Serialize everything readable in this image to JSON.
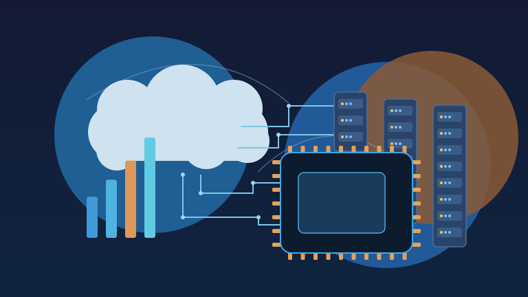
{
  "colors": {
    "background_top": "#141a33",
    "background_bottom": "#0f2440",
    "circle_left": "#1f5f93",
    "circle_right": "#215a98",
    "circle_orange": "#8a5a36",
    "cloud": "#cfe2ef",
    "bar_blue": "#3f9ad8",
    "bar_light_blue": "#4fb3e0",
    "bar_orange": "#e0975a",
    "bar_cyan": "#61cbe4",
    "circuit_line": "#7fc6ea",
    "chip_body": "#0d1b2e",
    "chip_outline": "#3fa6e6",
    "chip_pins": "#e4a257",
    "chip_core": "#1a3c5c",
    "server_body": "#2a4469",
    "server_slot": "#3c5c85",
    "led_yellow": "#f2c94c",
    "led_blue": "#6fc0ff"
  },
  "bar_chart": {
    "levels": [
      0.41,
      0.58,
      0.77,
      1.0
    ]
  },
  "server_racks": {
    "slot_counts": [
      3,
      7,
      8
    ]
  },
  "icons": [
    "cloud-icon",
    "bar-chart-icon",
    "cpu-chip-icon",
    "server-rack-icon",
    "circuit-lines-icon"
  ]
}
